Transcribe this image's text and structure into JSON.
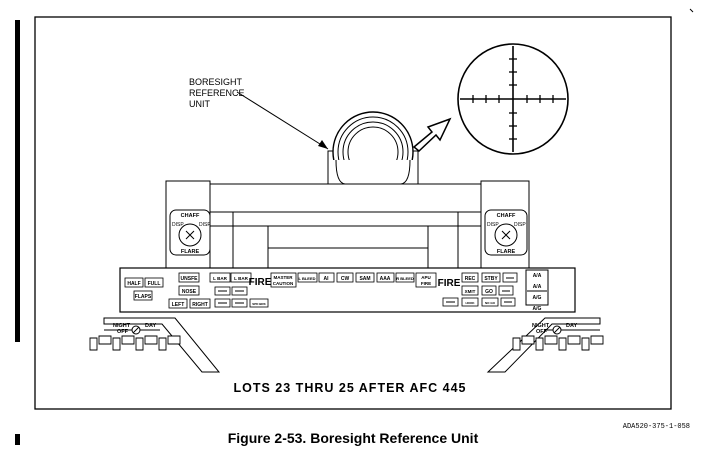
{
  "callout": {
    "line1": "BORESIGHT",
    "line2": "REFERENCE",
    "line3": "UNIT"
  },
  "footer_label": "LOTS 23 THRU 25 AFTER AFC 445",
  "caption": "Figure 2-53. Boresight Reference Unit",
  "doc_ref": "ADA520-375-1-058",
  "dispenser": {
    "top": "CHAFF",
    "bottom": "FLARE",
    "side": "DISP"
  },
  "panel": {
    "half": "HALF",
    "full": "FULL",
    "flaps": "FLAPS",
    "unsfe": "UNSFE",
    "nose": "NOSE",
    "left": "LEFT",
    "right": "RIGHT",
    "lbar1": "L BAR",
    "lbar2": "L BAR",
    "fire_left": "FIRE",
    "master_caution": [
      "MASTER",
      "CAUTION"
    ],
    "lbleed": "L BLEED",
    "ai": "AI",
    "cw": "CW",
    "sam": "SAM",
    "aaa": "AAA",
    "rbleed": "R BLEED",
    "apu_fire": [
      "APU",
      "FIRE"
    ],
    "fire_right": "FIRE",
    "rec": "REC",
    "stby": "STBY",
    "xmit": "XMIT",
    "go": "GO",
    "spd_brk": "SPD BRK",
    "hook": "HOOK",
    "nogo": "NO GO",
    "aa1": "A/A",
    "aa2": "A/A",
    "ag1": "A/G",
    "ag2": "A/G"
  },
  "brightness": {
    "night": "NIGHT",
    "off": "OFF",
    "day": "DAY"
  }
}
